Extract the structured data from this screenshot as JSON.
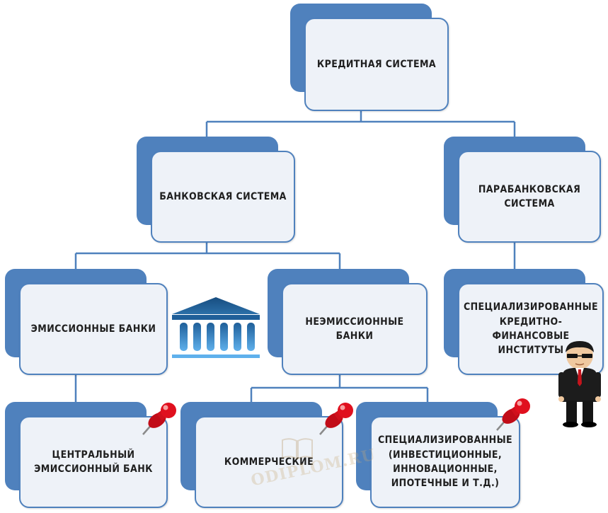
{
  "diagram": {
    "root": {
      "label": "КРЕДИТНАЯ СИСТЕМА"
    },
    "banking_system": {
      "label": "БАНКОВСКАЯ СИСТЕМА"
    },
    "parabanking_system": {
      "label": "ПАРАБАНКОВСКАЯ\nСИСТЕМА"
    },
    "emission_banks": {
      "label": "ЭМИССИОННЫЕ БАНКИ"
    },
    "non_emission_banks": {
      "label": "НЕЭМИССИОННЫЕ БАНКИ"
    },
    "specialized_institutions": {
      "label": "СПЕЦИАЛИЗИРОВАННЫЕ\nКРЕДИТНО-ФИНАНСОВЫЕ\nИНСТИТУТЫ"
    },
    "central_bank": {
      "label": "ЦЕНТРАЛЬНЫЙ\nЭМИССИОННЫЙ БАНК"
    },
    "commercial": {
      "label": "КОММЕРЧЕСКИЕ"
    },
    "specialized_banks": {
      "label": "СПЕЦИАЛИЗИРОВАННЫЕ\n(ИНВЕСТИЦИОННЫЕ,\nИННОВАЦИОННЫЕ,\nИПОТЕЧНЫЕ И Т.Д.)"
    }
  },
  "watermark": {
    "text": "ODIPLOM.RU"
  },
  "colors": {
    "box_back": "#4f81bd",
    "box_front": "#eef2f8",
    "connector": "#4f81bd",
    "bank_icon": "#1f5f99",
    "pin": "#e0101e"
  },
  "icons": [
    "bank-building-icon",
    "businessman-icon",
    "pushpin-icon"
  ]
}
